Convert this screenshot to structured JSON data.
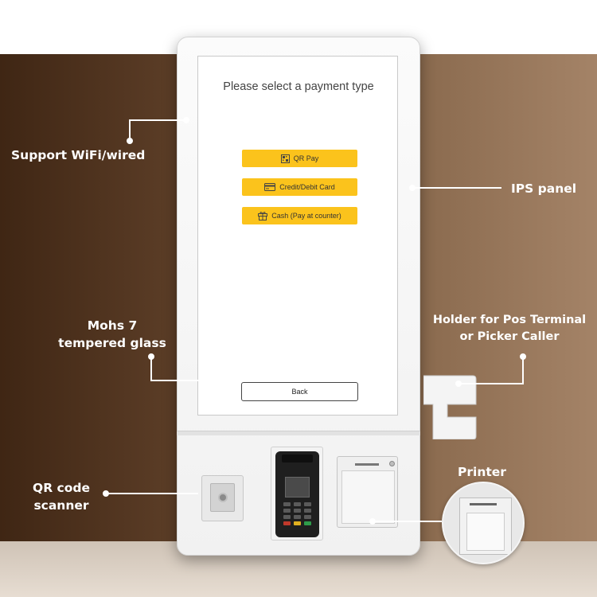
{
  "screen": {
    "title": "Please select a payment type",
    "buttons": {
      "qr_pay": "QR Pay",
      "card": "Credit/Debit Card",
      "cash": "Cash (Pay at counter)"
    },
    "back": "Back"
  },
  "callouts": {
    "wifi": "Support WiFi/wired",
    "ips": "IPS panel",
    "mohs": "Mohs 7 tempered glass",
    "holder": "Holder for Pos Terminal or Picker Caller",
    "printer": "Printer",
    "qr_scanner": "QR code scanner"
  },
  "colors": {
    "accent_button": "#fbc31c",
    "wall": "#6b4a31"
  },
  "icons": {
    "qr_pay": "qr-code-icon",
    "card": "credit-card-icon",
    "cash": "gift-box-icon"
  }
}
